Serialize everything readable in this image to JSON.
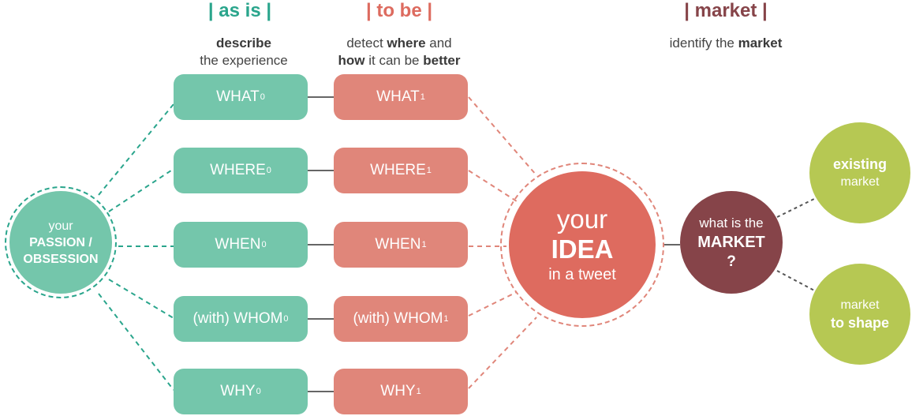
{
  "headers": {
    "as_is": "| as is |",
    "to_be": "| to be |",
    "market": "| market |"
  },
  "descriptions": {
    "as_is": {
      "bold": "describe",
      "plain": "the experience"
    },
    "to_be": {
      "l1_a": "detect ",
      "l1_b": "where",
      "l1_c": " and",
      "l2_a": "how",
      "l2_b": " it can be ",
      "l2_c": "better"
    },
    "market": {
      "plain": "identify the ",
      "bold": "market"
    }
  },
  "passion": {
    "line1": "your",
    "line2": "PASSION /",
    "line3": "OBSESSION"
  },
  "as_is_boxes": [
    {
      "label": "WHAT",
      "sub": "0"
    },
    {
      "label": "WHERE",
      "sub": "0"
    },
    {
      "label": "WHEN",
      "sub": "0"
    },
    {
      "label": "(with) WHOM",
      "sub": "0"
    },
    {
      "label": "WHY",
      "sub": "0"
    }
  ],
  "to_be_boxes": [
    {
      "label": "WHAT",
      "sub": "1"
    },
    {
      "label": "WHERE",
      "sub": "1"
    },
    {
      "label": "WHEN",
      "sub": "1"
    },
    {
      "label": "(with) WHOM",
      "sub": "1"
    },
    {
      "label": "WHY",
      "sub": "1"
    }
  ],
  "idea": {
    "line1": "your",
    "line2": "IDEA",
    "line3": "in a tweet"
  },
  "market_q": {
    "line1": "what is the",
    "line2": "MARKET",
    "line3": "?"
  },
  "existing": {
    "bold": "existing",
    "plain": "market"
  },
  "shape": {
    "plain": "market",
    "bold": "to shape"
  },
  "colors": {
    "teal": "#74c6ab",
    "teal_dark": "#2aa58c",
    "salmon": "#e0867a",
    "salmon_head": "#dd6b5f",
    "idea": "#de6b5f",
    "market_dark": "#864449",
    "green": "#b6c853"
  }
}
